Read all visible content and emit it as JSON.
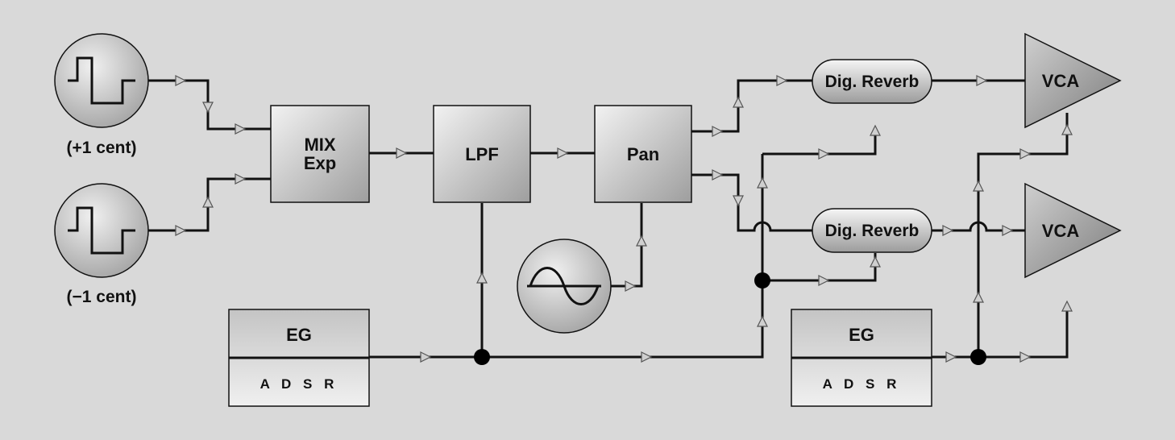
{
  "diagram": {
    "oscillators": [
      {
        "label": "(+1 cent)",
        "waveform": "pulse"
      },
      {
        "label": "(−1 cent)",
        "waveform": "pulse"
      }
    ],
    "lfo": {
      "waveform": "sine"
    },
    "modules": {
      "mix": {
        "line1": "MIX",
        "line2": "Exp"
      },
      "lpf": "LPF",
      "pan": "Pan",
      "reverb_top": "Dig. Reverb",
      "reverb_bottom": "Dig. Reverb",
      "vca_top": "VCA",
      "vca_bottom": "VCA"
    },
    "envelopes": [
      {
        "title": "EG",
        "mode": "A D S R"
      },
      {
        "title": "EG",
        "mode": "A D S R"
      }
    ]
  }
}
